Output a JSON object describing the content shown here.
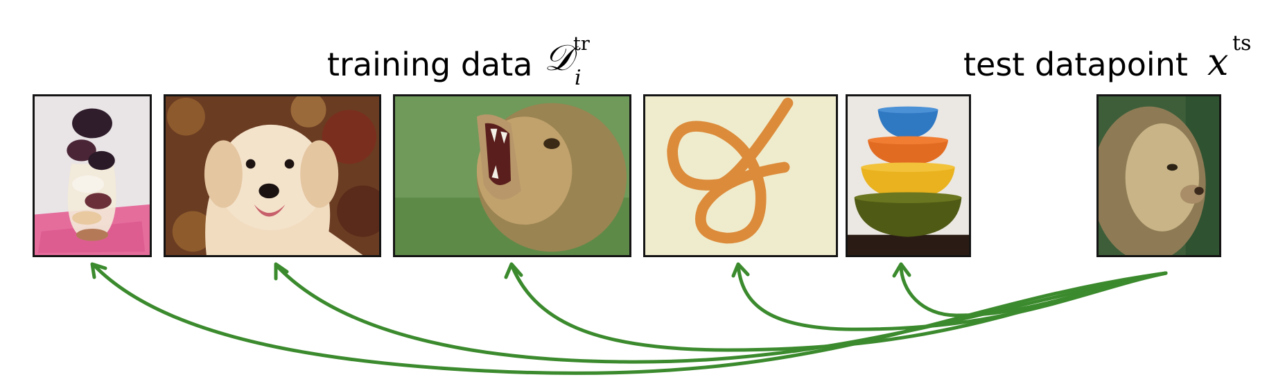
{
  "training_label": "training data",
  "training_symbol": {
    "base": "𝒟",
    "sup": "tr",
    "sub": "i"
  },
  "test_label": "test datapoint",
  "test_symbol": {
    "base": "x",
    "sup": "ts"
  },
  "images": [
    {
      "id": "parfait",
      "depicts": "ice cream sundae in a glass"
    },
    {
      "id": "dog",
      "depicts": "golden retriever puppy on leaves"
    },
    {
      "id": "lion-roaring",
      "depicts": "roaring lion in grass"
    },
    {
      "id": "loop",
      "depicts": "orange looped tube"
    },
    {
      "id": "bowls",
      "depicts": "stacked colorful bowls"
    },
    {
      "id": "lion-test",
      "depicts": "lion portrait"
    }
  ],
  "colors": {
    "arrow": "#3b8a2d",
    "frame": "#141414"
  }
}
